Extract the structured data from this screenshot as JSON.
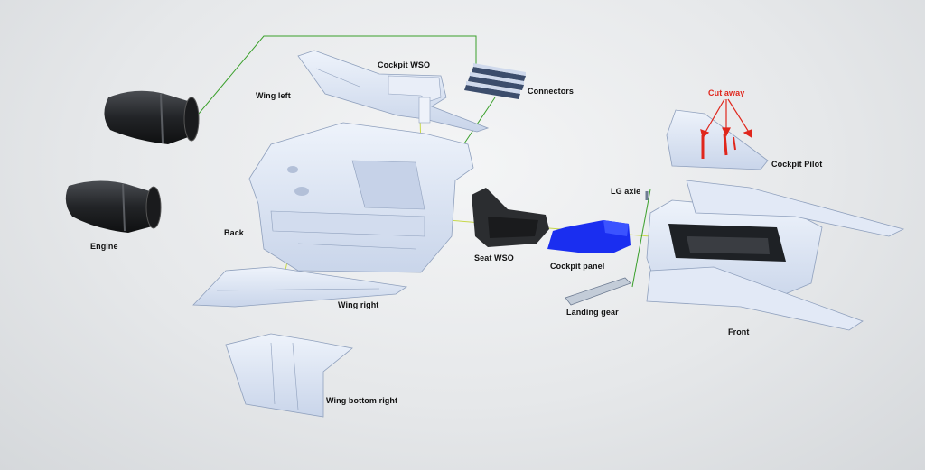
{
  "labels": {
    "cockpit_wso": "Cockpit WSO",
    "wing_left": "Wing left",
    "connectors": "Connectors",
    "engine": "Engine",
    "back": "Back",
    "seat_wso": "Seat WSO",
    "cockpit_panel": "Cockpit panel",
    "wing_right": "Wing right",
    "landing_gear": "Landing gear",
    "wing_bottom_right": "Wing bottom right",
    "lg_axle": "LG axle",
    "cut_away": "Cut away",
    "cockpit_pilot": "Cockpit Pilot",
    "front": "Front"
  },
  "colors": {
    "part": "#dde6f6",
    "part_shade": "#b9c6de",
    "engine": "#26282b",
    "seat": "#2b2d30",
    "cockpit_panel": "#1a2ef0",
    "connector_line": "#3aa02b",
    "axis_line": "#c7d84a",
    "cut_away": "#e0261c"
  }
}
